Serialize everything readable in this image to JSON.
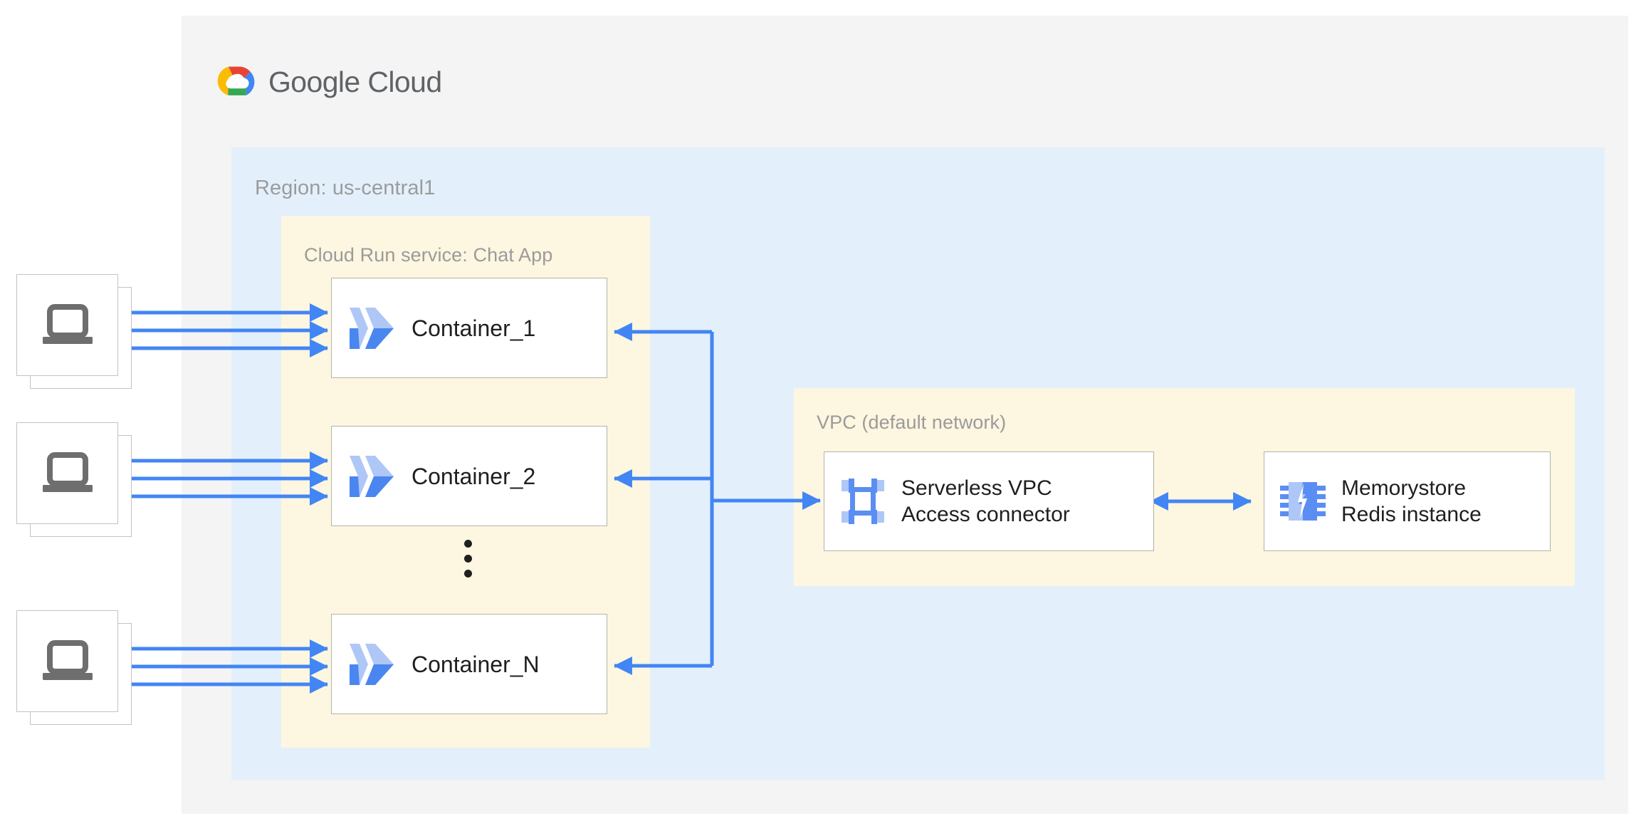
{
  "diagram": {
    "title": "Google Cloud Run chat app with Memorystore Redis architecture",
    "brand": {
      "logo_word_1": "Google",
      "logo_word_2": "Cloud",
      "logo_icon": "google-cloud-logo"
    },
    "colors": {
      "panel_gray": "#f4f4f4",
      "region_blue": "#e3f0fb",
      "service_yellow": "#fdf6e0",
      "node_white": "#ffffff",
      "node_border": "#b3b3ab",
      "arrow_blue": "#4285f4",
      "label_gray": "#9b9b9b",
      "text_dark": "#1f1f1f",
      "icon_blue_dark": "#4a86f0",
      "icon_blue_light": "#aec7f7",
      "laptop_gray": "#6e6e6e"
    },
    "groups": {
      "region": {
        "label": "Region: us-central1"
      },
      "cloud_run": {
        "label": "Cloud Run service: Chat App"
      },
      "vpc": {
        "label": "VPC (default network)"
      }
    },
    "containers": [
      {
        "label": "Container_1",
        "icon": "cloud-run-icon"
      },
      {
        "label": "Container_2",
        "icon": "cloud-run-icon"
      },
      {
        "label": "Container_N",
        "icon": "cloud-run-icon"
      }
    ],
    "ellipsis": "⋮",
    "vpc_nodes": [
      {
        "label": "Serverless VPC\nAccess connector",
        "icon": "serverless-vpc-access-connector-icon"
      },
      {
        "label": "Memorystore\nRedis instance",
        "icon": "memorystore-redis-icon"
      }
    ],
    "clients": [
      {
        "icon": "laptop-icon",
        "name": "client-stack-1"
      },
      {
        "icon": "laptop-icon",
        "name": "client-stack-2"
      },
      {
        "icon": "laptop-icon",
        "name": "client-stack-3"
      }
    ],
    "connections": [
      {
        "from": "client-stack-1",
        "to": "container-1",
        "count": 3,
        "direction": "one-way"
      },
      {
        "from": "client-stack-2",
        "to": "container-2",
        "count": 3,
        "direction": "one-way"
      },
      {
        "from": "client-stack-3",
        "to": "container-n",
        "count": 3,
        "direction": "one-way"
      },
      {
        "from": "serverless-vpc-access-connector",
        "to": "container-1",
        "direction": "one-way"
      },
      {
        "from": "serverless-vpc-access-connector",
        "to": "container-2",
        "direction": "one-way"
      },
      {
        "from": "serverless-vpc-access-connector",
        "to": "container-n",
        "direction": "one-way"
      },
      {
        "from": "containers-bus",
        "to": "serverless-vpc-access-connector",
        "direction": "one-way"
      },
      {
        "from": "serverless-vpc-access-connector",
        "to": "memorystore-redis-instance",
        "direction": "two-way"
      }
    ]
  }
}
